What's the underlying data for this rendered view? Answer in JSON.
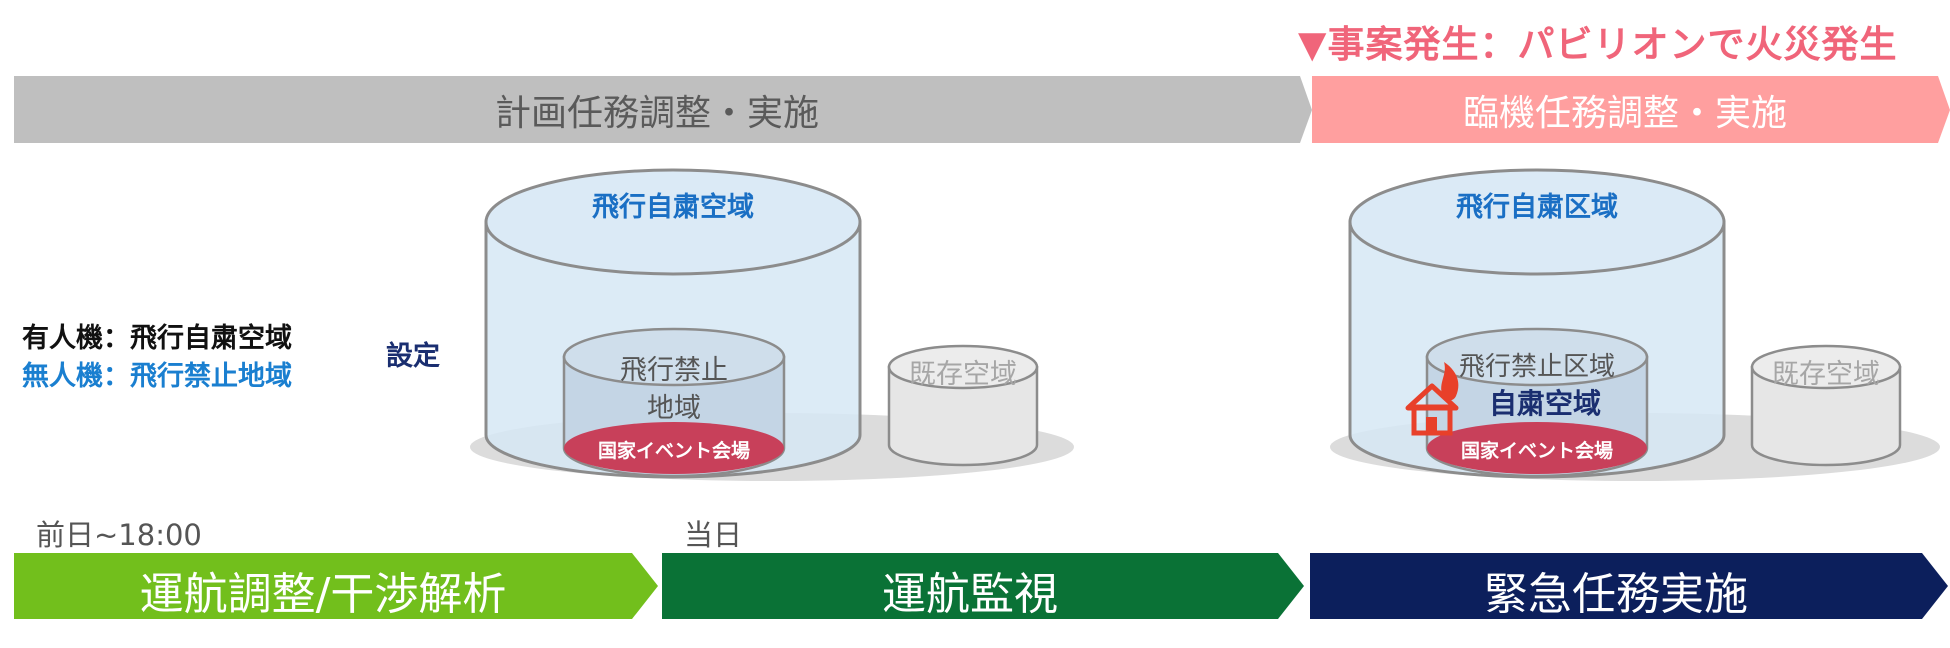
{
  "incident": "▼事案発生：パビリオンで火災発生",
  "phases": {
    "planned": "計画任務調整・実施",
    "adhoc": "臨機任務調整・実施"
  },
  "legend": {
    "manned": "有人機：飛行自粛空域",
    "unmanned": "無人機：飛行禁止地域",
    "setting": "設定"
  },
  "left_scene": {
    "outer_label": "飛行自粛空域",
    "inner_label_line1": "飛行禁止",
    "inner_label_line2": "地域",
    "venue_label": "国家イベント会場",
    "existing_label": "既存空域"
  },
  "right_scene": {
    "outer_label": "飛行自粛区域",
    "inner_label": "飛行禁止区域",
    "restraint_label": "自粛空域",
    "venue_label": "国家イベント会場",
    "existing_label": "既存空域"
  },
  "timeline": {
    "time_prev": "前日~18:00",
    "time_today": "当日",
    "stage1": "運航調整/干渉解析",
    "stage2": "運航監視",
    "stage3": "緊急任務実施"
  },
  "colors": {
    "incident": "#f0657a",
    "planned_bar": "#bfbfbf",
    "adhoc_bar": "#ff9f9f",
    "stage1": "#72bf1c",
    "stage2": "#0a7236",
    "stage3": "#0c1f5c",
    "venue": "#c8405a",
    "fire": "#e8402a",
    "outer_label": "#1a6fc4",
    "unmanned_legend": "#1a7fd0",
    "setting": "#1a2e70"
  }
}
